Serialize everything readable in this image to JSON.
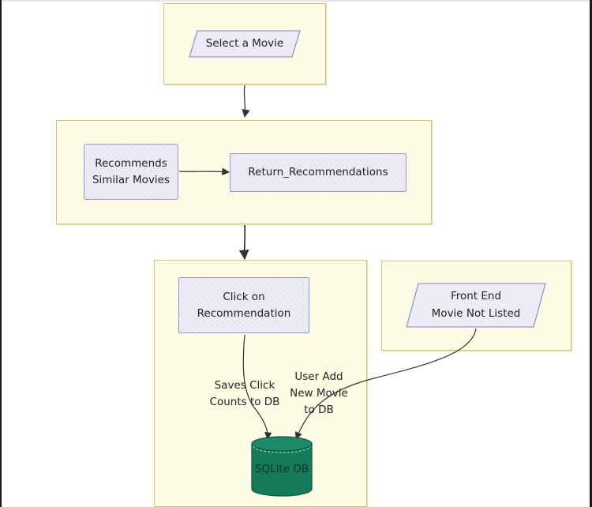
{
  "nodes": {
    "select_movie": "Select a Movie",
    "recommends_similar": [
      "Recommends",
      "Similar Movies"
    ],
    "return_recommendations": "Return_Recommendations",
    "click_recommendation": [
      "Click on",
      "Recommendation"
    ],
    "front_end": [
      "Front End",
      "Movie Not Listed"
    ],
    "sqlite_db": "SQLite DB"
  },
  "edge_labels": {
    "saves_click": [
      "Saves Click",
      "Counts to DB"
    ],
    "user_add": [
      "User Add",
      "New Movie",
      "to DB"
    ]
  },
  "colors": {
    "cluster_fill": "#fdfde6",
    "cluster_border": "#c8c879",
    "node_fill": "#ececf6",
    "node_border": "#9d8fd8",
    "db_fill": "#157a5a",
    "edge": "#333333"
  }
}
